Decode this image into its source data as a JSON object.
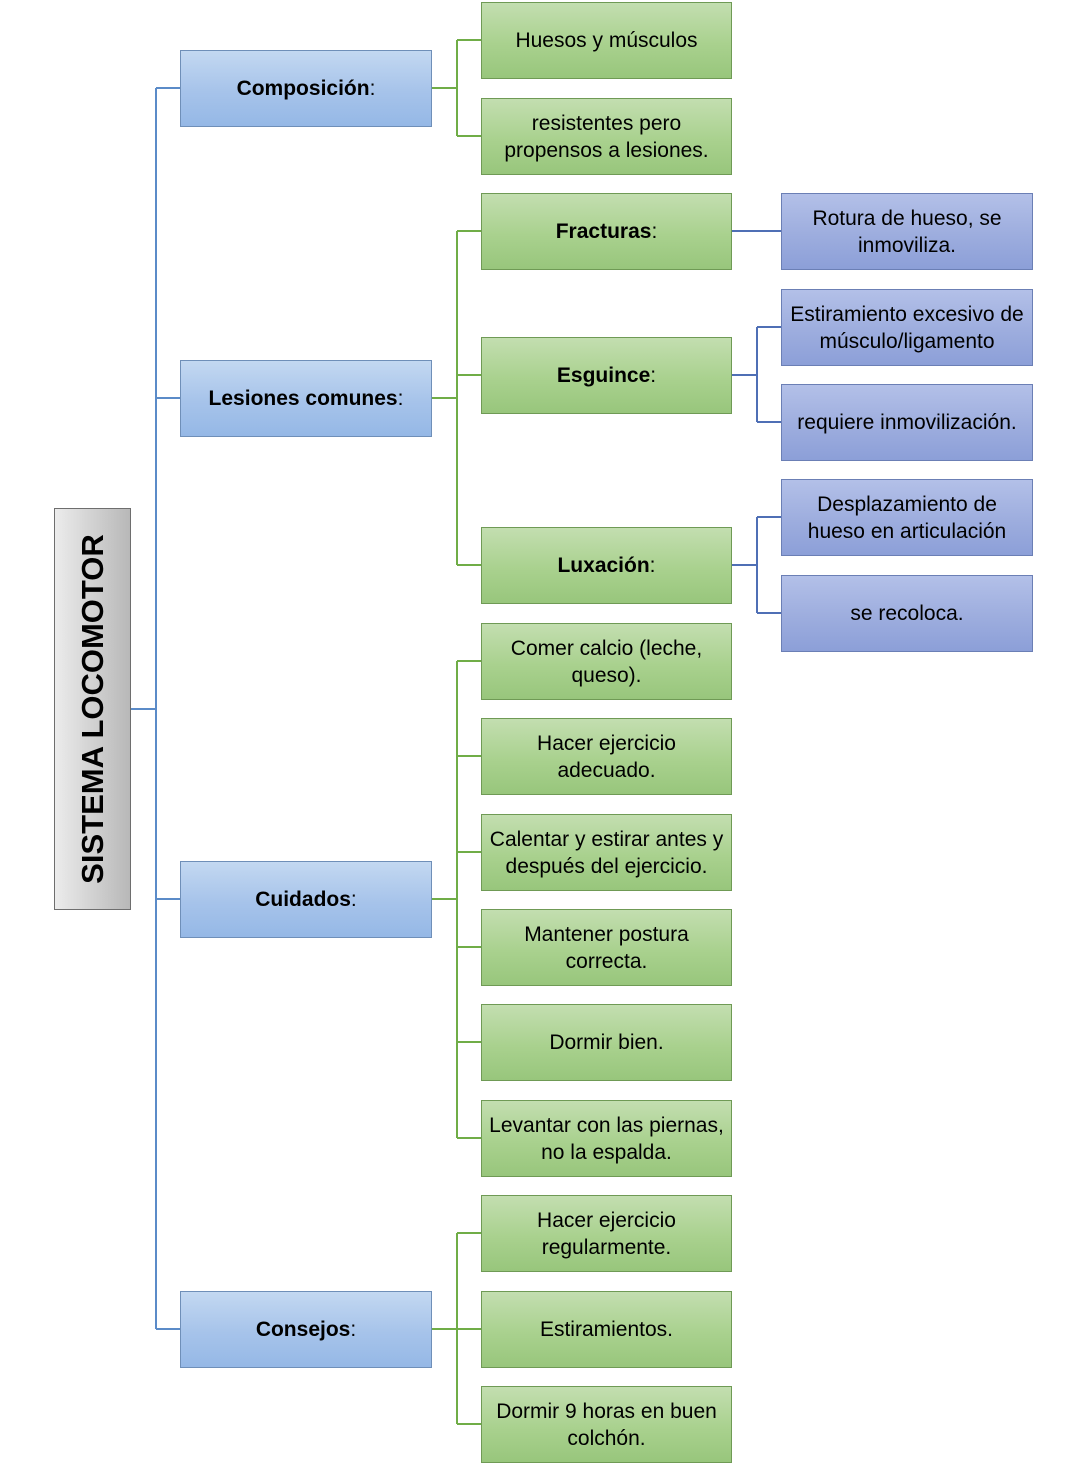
{
  "title": "SISTEMA LOCOMOTOR",
  "colors": {
    "blue_line": "#5b8bc8",
    "green_line": "#70ad47",
    "purple_line": "#4f6fb5"
  },
  "categories": [
    {
      "label": "Composición",
      "suffix": ":",
      "items": [
        {
          "label": "Huesos y músculos"
        },
        {
          "label": "resistentes pero propensos a lesiones."
        }
      ]
    },
    {
      "label": "Lesiones comunes",
      "suffix": ":",
      "items": [
        {
          "label": "Fracturas",
          "suffix": ":",
          "details": [
            "Rotura de hueso, se inmoviliza."
          ]
        },
        {
          "label": "Esguince",
          "suffix": ":",
          "details": [
            "Estiramiento excesivo de músculo/ligamento",
            "requiere inmovilización."
          ]
        },
        {
          "label": "Luxación",
          "suffix": ":",
          "details": [
            "Desplazamiento de hueso en articulación",
            "se recoloca."
          ]
        }
      ]
    },
    {
      "label": "Cuidados",
      "suffix": ":",
      "items": [
        {
          "label": "Comer calcio (leche, queso)."
        },
        {
          "label": "Hacer ejercicio adecuado."
        },
        {
          "label": "Calentar y estirar antes y después del ejercicio."
        },
        {
          "label": "Mantener postura correcta."
        },
        {
          "label": "Dormir bien."
        },
        {
          "label": "Levantar con las piernas, no la espalda."
        }
      ]
    },
    {
      "label": "Consejos",
      "suffix": ":",
      "items": [
        {
          "label": "Hacer ejercicio regularmente."
        },
        {
          "label": "Estiramientos."
        },
        {
          "label": "Dormir 9 horas en buen colchón."
        }
      ]
    }
  ]
}
